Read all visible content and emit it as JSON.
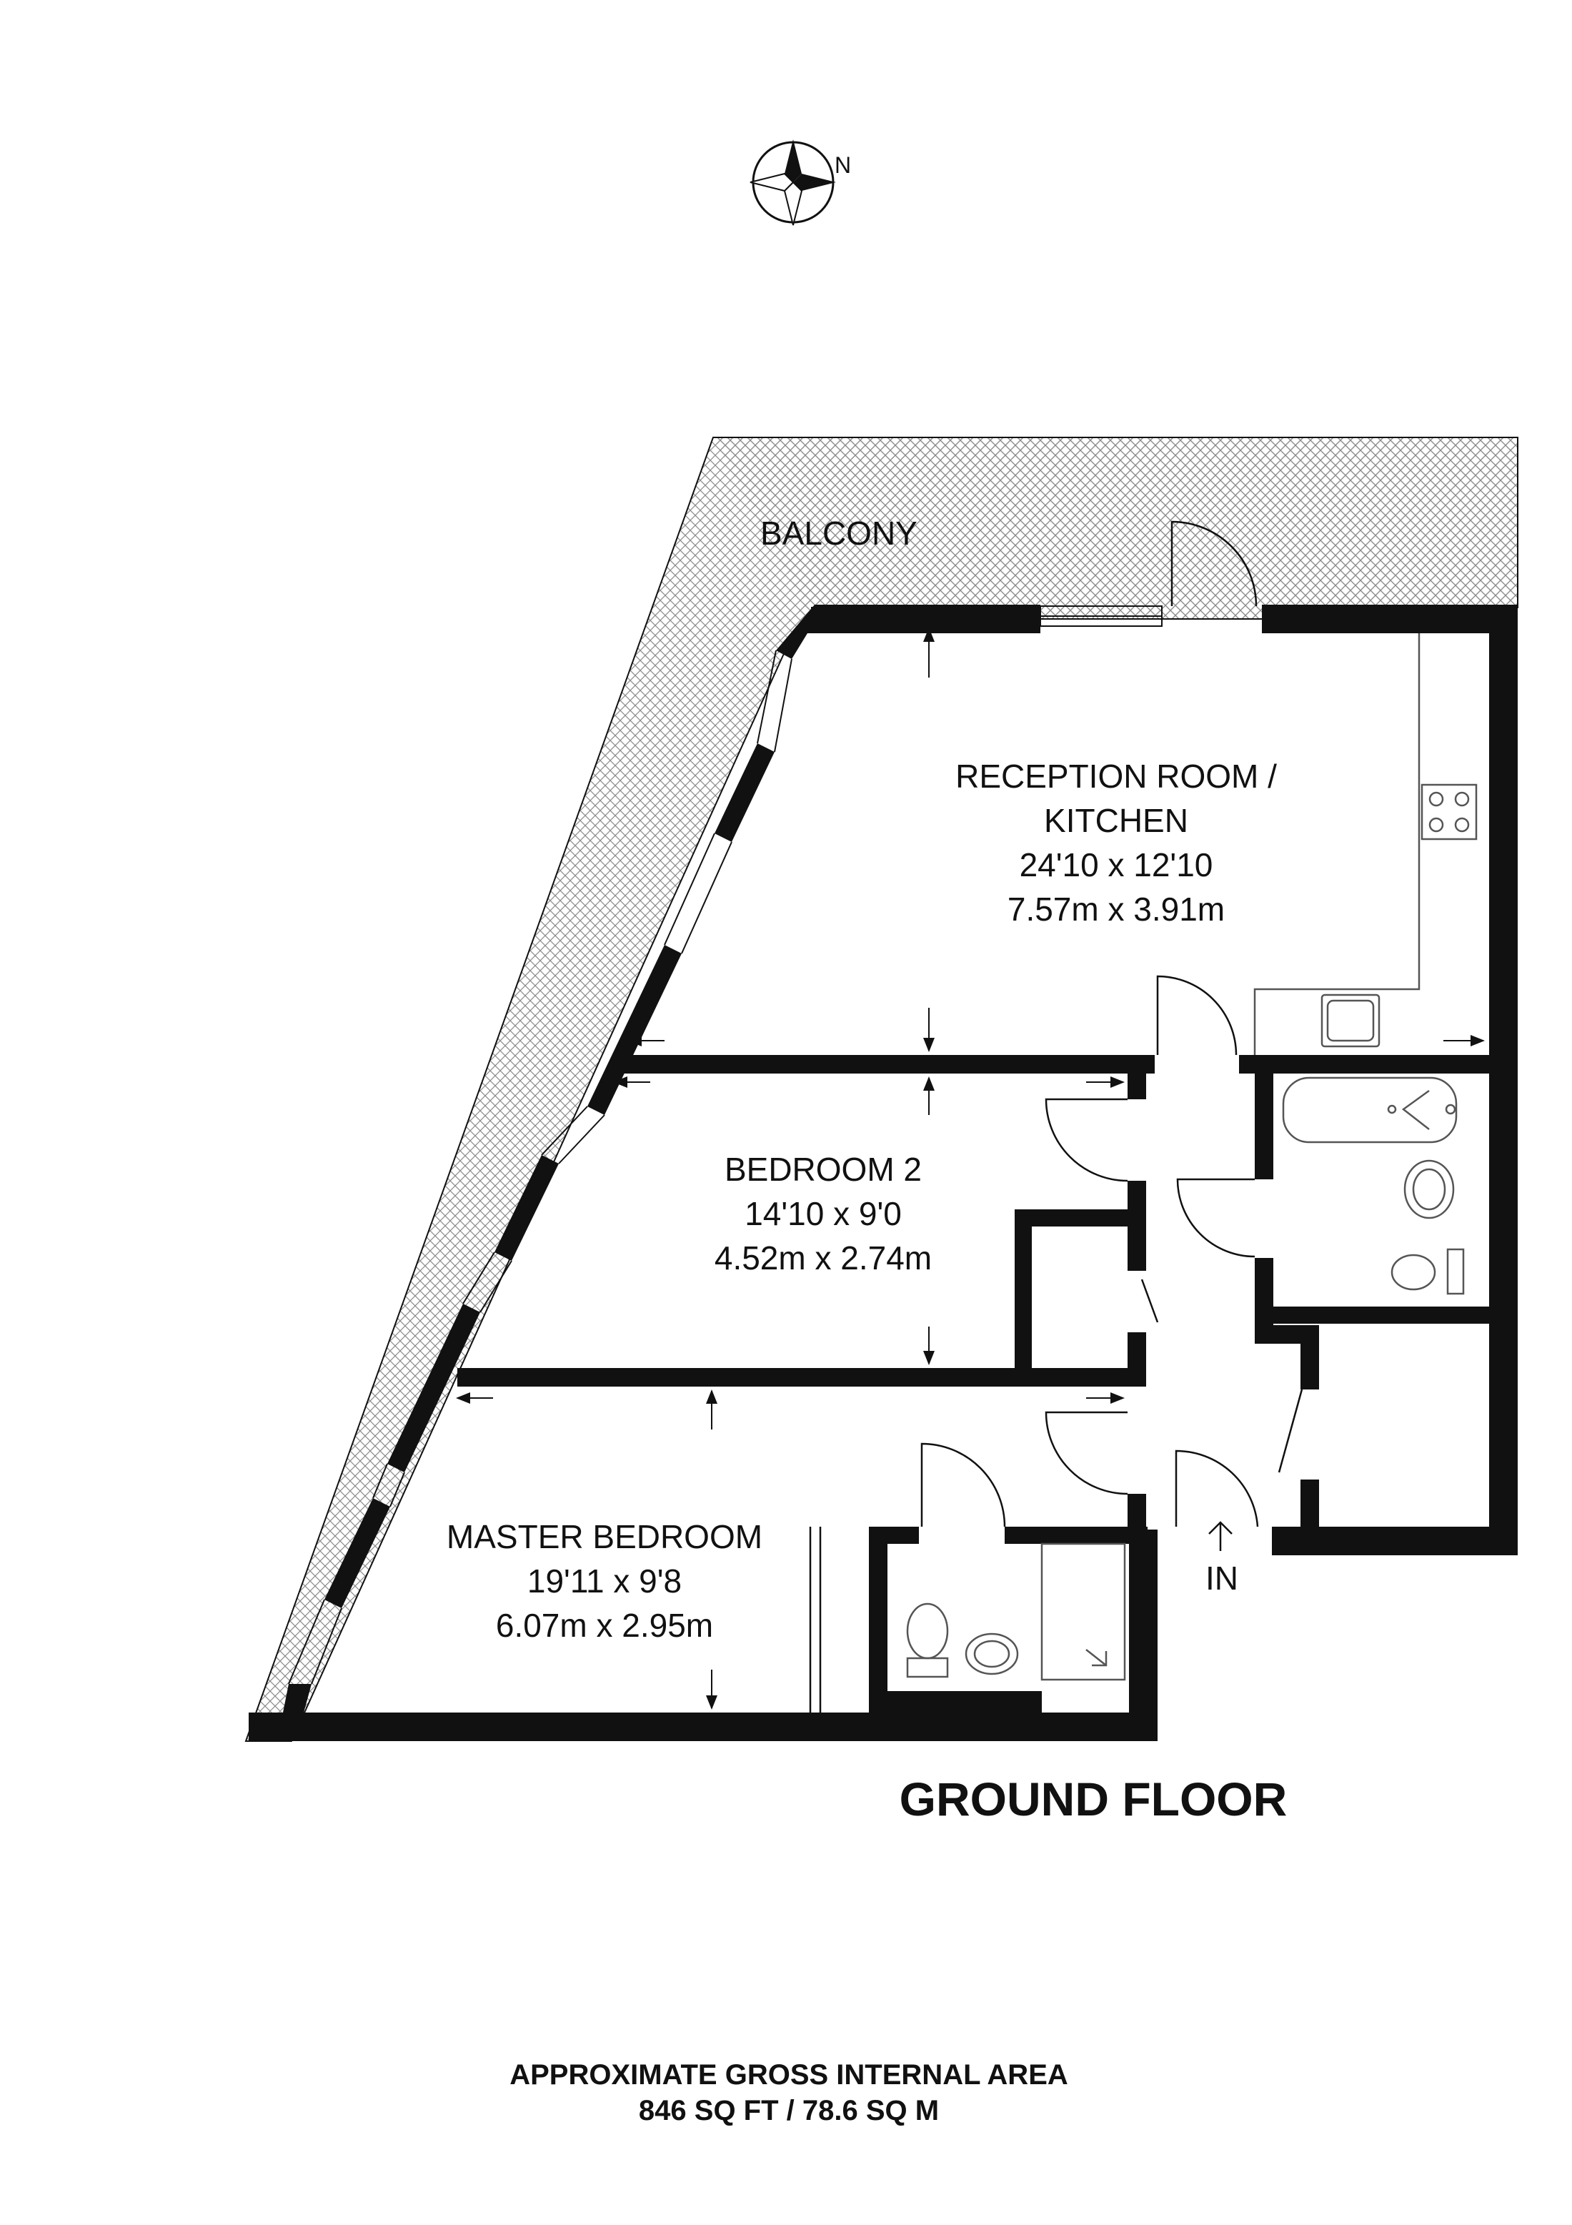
{
  "compass": {
    "label": "N",
    "icon": "compass-rose-icon"
  },
  "balcony": {
    "label": "BALCONY"
  },
  "rooms": {
    "reception": {
      "name_line1": "RECEPTION ROOM /",
      "name_line2": "KITCHEN",
      "size_imperial": "24'10 x 12'10",
      "size_metric": "7.57m x 3.91m"
    },
    "bedroom2": {
      "name": "BEDROOM 2",
      "size_imperial": "14'10 x 9'0",
      "size_metric": "4.52m x 2.74m"
    },
    "master": {
      "name": "MASTER BEDROOM",
      "size_imperial": "19'11 x 9'8",
      "size_metric": "6.07m x 2.95m"
    }
  },
  "entrance": {
    "label": "IN"
  },
  "floor": {
    "title": "GROUND FLOOR"
  },
  "area": {
    "line1": "APPROXIMATE GROSS INTERNAL AREA",
    "line2": "846 SQ FT / 78.6 SQ M"
  },
  "colors": {
    "wall": "#111111",
    "hatch": "#8a8a8a",
    "fixture": "#555555"
  }
}
